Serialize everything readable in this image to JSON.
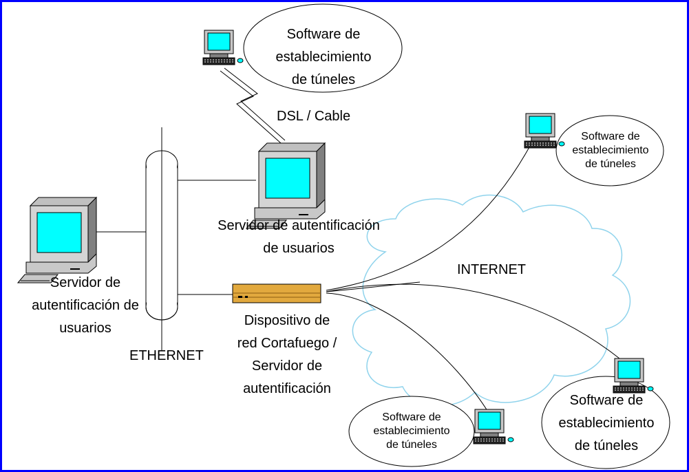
{
  "colors": {
    "frame": "#0000ff",
    "cloud": "#8fd3ec",
    "screen": "#00ffff",
    "device_body": "#e2a93e"
  },
  "icons": [
    "desktop-computer-icon",
    "workstation-icon",
    "firewall-router-icon",
    "cloud-icon",
    "ethernet-bus-icon"
  ],
  "labels": {
    "top_software": [
      "Software de",
      "establecimiento",
      "de túneles"
    ],
    "dsl": "DSL / Cable",
    "right_software": [
      "Software de",
      "establecimiento",
      "de túneles"
    ],
    "center_server": [
      "Servidor de autentificación",
      "de usuarios"
    ],
    "left_server": [
      "Servidor de",
      "autentificación de",
      "usuarios"
    ],
    "internet": "INTERNET",
    "ethernet": "ETHERNET",
    "firewall": [
      "Dispositivo de",
      "red Cortafuego /",
      "Servidor de",
      "autentificación"
    ],
    "bottom_software": [
      "Software de",
      "establecimiento",
      "de túneles"
    ],
    "bottom_right_software": [
      "Software de",
      "establecimiento",
      "de túneles"
    ]
  }
}
